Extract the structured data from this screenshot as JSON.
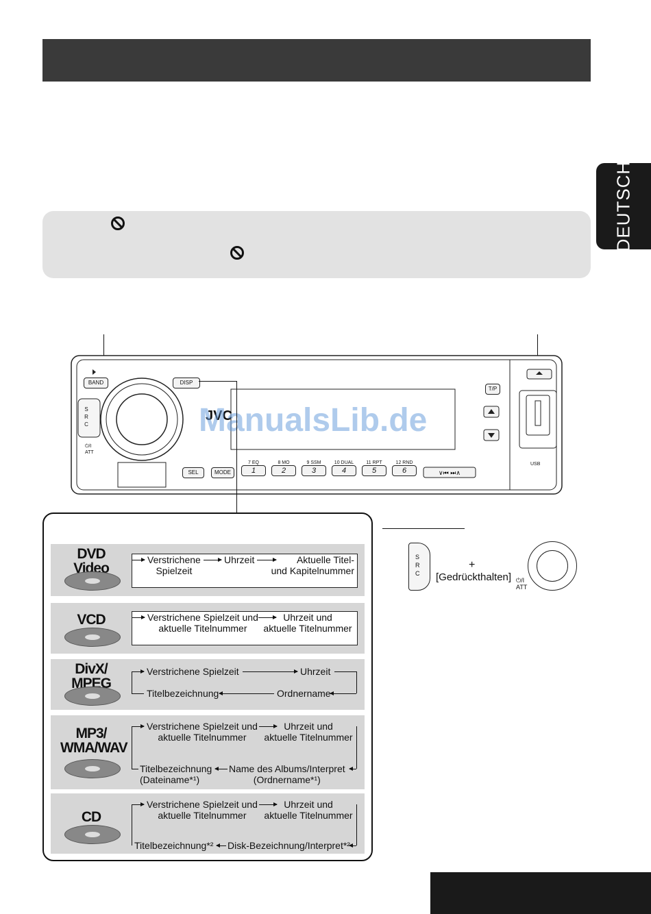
{
  "language_tab": "DEUTSCH",
  "watermark": "ManualsLib.de",
  "unit": {
    "band": "BAND",
    "disp": "DISP",
    "src": "S\nR\nC",
    "power": "⏻/I\nATT",
    "tp": "T/P",
    "sel": "SEL",
    "mode": "MODE",
    "usb": "USB",
    "logo": "JVC",
    "presets": [
      {
        "num": "1",
        "label": "7 EQ"
      },
      {
        "num": "2",
        "label": "8 MO"
      },
      {
        "num": "3",
        "label": "9 SSM"
      },
      {
        "num": "4",
        "label": "10 DUAL"
      },
      {
        "num": "5",
        "label": "11 RPT"
      },
      {
        "num": "6",
        "label": "12 RND"
      }
    ]
  },
  "rows": [
    {
      "logo": "DVD\nVideo",
      "a": "Verstrichene\nSpielzeit",
      "b": "Uhrzeit",
      "c": "Aktuelle Titel-\nund Kapitelnummer"
    },
    {
      "logo": "VCD",
      "a": "Verstrichene Spielzeit und\naktuelle Titelnummer",
      "b": "Uhrzeit und\naktuelle Titelnummer"
    },
    {
      "logo": "DivX/\nMPEG",
      "a": "Verstrichene  Spielzeit",
      "b": "Uhrzeit",
      "c": "Titelbezeichnung",
      "d": "Ordnername"
    },
    {
      "logo": "MP3/\nWMA/WAV",
      "a": "Verstrichene Spielzeit und\naktuelle Titelnummer",
      "b": "Uhrzeit und\naktuelle Titelnummer",
      "c": "Titelbezeichnung\n(Dateiname*¹)",
      "d": "Name des Albums/Interpret\n(Ordnername*¹)"
    },
    {
      "logo": "CD",
      "a": "Verstrichene Spielzeit und\naktuelle Titelnummer",
      "b": "Uhrzeit und\naktuelle Titelnummer",
      "c": "Titelbezeichnung*²",
      "d": "Disk-Bezeichnung/Interpret*²"
    }
  ],
  "tip": {
    "plus": "+",
    "hold": "[Gedrückthalten]",
    "src": "S\nR\nC",
    "power": "⏻/I\nATT"
  }
}
